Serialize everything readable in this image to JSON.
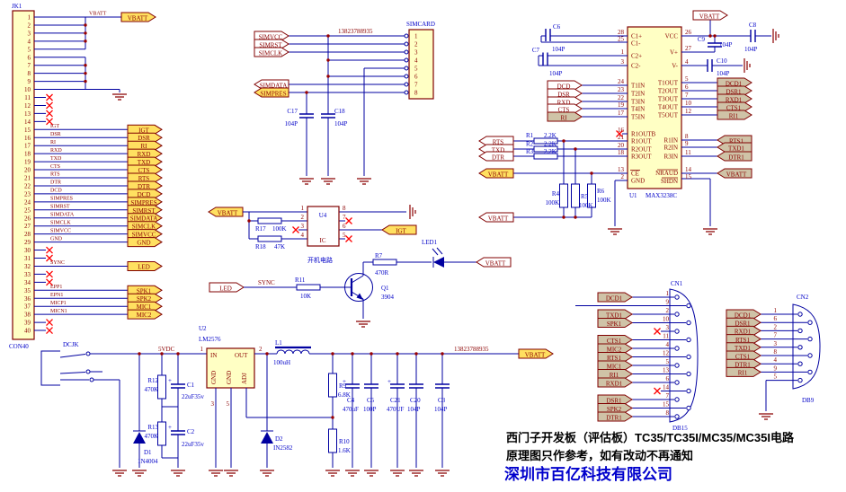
{
  "vbatt": "VBATT",
  "watermark": "13823788935",
  "plus": "+",
  "title_block": {
    "line1": "西门子开发板（评估板）TC35/TC35I/MC35/MC35I电路",
    "line2": "原理图只作参考，如有改动不再通知",
    "company": "深圳市百亿科技有限公司"
  },
  "jk1": {
    "ref": "JK1",
    "footprint": "CON40",
    "pins": [
      "1",
      "2",
      "3",
      "4",
      "5",
      "6",
      "7",
      "8",
      "9",
      "10",
      "11",
      "12",
      "13",
      "14",
      "15",
      "16",
      "17",
      "18",
      "19",
      "20",
      "21",
      "22",
      "23",
      "24",
      "25",
      "26",
      "27",
      "28",
      "29",
      "30",
      "31",
      "32",
      "33",
      "34",
      "35",
      "36",
      "37",
      "38",
      "39",
      "40"
    ],
    "rows": [
      {
        "net": "IGT",
        "flag": "IGT"
      },
      {
        "net": "DSR",
        "flag": "DSR"
      },
      {
        "net": "RI",
        "flag": "RI"
      },
      {
        "net": "RXD",
        "flag": "RXD"
      },
      {
        "net": "TXD",
        "flag": "TXD"
      },
      {
        "net": "CTS",
        "flag": "CTS"
      },
      {
        "net": "RTS",
        "flag": "RTS"
      },
      {
        "net": "DTR",
        "flag": "DTR"
      },
      {
        "net": "DCD",
        "flag": "DCD"
      },
      {
        "net": "SIMPRES",
        "flag": "SIMPRES"
      },
      {
        "net": "SIMRST",
        "flag": "SIMRST"
      },
      {
        "net": "SIMDATA",
        "flag": "SIMDATA"
      },
      {
        "net": "SIMCLK",
        "flag": "SIMCLK"
      },
      {
        "net": "SIMVCC",
        "flag": "SIMVCC"
      },
      {
        "net": "GND",
        "flag": "GND"
      }
    ],
    "sync_row": {
      "net": "SYNC",
      "flag": "LED"
    },
    "audio_rows": [
      {
        "net": "EPP1",
        "flag": "SPK1"
      },
      {
        "net": "EPN1",
        "flag": "SPK2"
      },
      {
        "net": "MICP1",
        "flag": "MIC1"
      },
      {
        "net": "MICN1",
        "flag": "MIC2"
      }
    ]
  },
  "simcard": {
    "ref": "SIMCARD",
    "pins": [
      "1",
      "2",
      "3",
      "4",
      "5",
      "6",
      "7",
      "8"
    ],
    "flags_in": [
      "SIMVCC",
      "SIMRST",
      "SIMCLK"
    ],
    "flag_data": "SIMDATA",
    "flag_pres": "SIMPRES",
    "c17": {
      "ref": "C17",
      "val": "104P"
    },
    "c18": {
      "ref": "C18",
      "val": "104P"
    }
  },
  "u4": {
    "ref": "U4",
    "part": "IC",
    "caption": "开机电路",
    "pins_left": [
      "1",
      "2",
      "3",
      "4"
    ],
    "pins_right": [
      "8",
      "7",
      "6",
      "5"
    ],
    "igt": "IGT",
    "r17": {
      "ref": "R17",
      "val": "100K"
    },
    "r18": {
      "ref": "R18",
      "val": "47K"
    }
  },
  "led_circuit": {
    "flag": "LED",
    "net": "SYNC",
    "r11": {
      "ref": "R11",
      "val": "10K"
    },
    "q1": {
      "ref": "Q1",
      "val": "3904"
    },
    "r7": {
      "ref": "R7",
      "val": "470R"
    },
    "led1": "LED1"
  },
  "u1": {
    "ref": "U1",
    "part": "MAX3238C",
    "left_pins": [
      {
        "n": "28",
        "name": "C1+"
      },
      {
        "n": "25",
        "name": "C1-"
      },
      {
        "n": "1",
        "name": "C2+"
      },
      {
        "n": "3",
        "name": "C2-"
      },
      {
        "n": "24",
        "name": "T1IN"
      },
      {
        "n": "23",
        "name": "T2IN"
      },
      {
        "n": "22",
        "name": "T3IN"
      },
      {
        "n": "19",
        "name": "T4IN"
      },
      {
        "n": "17",
        "name": "T5IN"
      },
      {
        "n": "16",
        "name": "R1OUTB"
      },
      {
        "n": "21",
        "name": "R1OUT"
      },
      {
        "n": "20",
        "name": "R2OUT"
      },
      {
        "n": "18",
        "name": "R3OUT"
      },
      {
        "n": "13",
        "name": "CE"
      },
      {
        "n": "2",
        "name": "GND"
      }
    ],
    "right_pins": [
      {
        "n": "26",
        "name": "VCC"
      },
      {
        "n": "27",
        "name": "V+"
      },
      {
        "n": "4",
        "name": "V-"
      },
      {
        "n": "5",
        "name": "T1OUT"
      },
      {
        "n": "6",
        "name": "T2OUT"
      },
      {
        "n": "7",
        "name": "T3OUT"
      },
      {
        "n": "10",
        "name": "T4OUT"
      },
      {
        "n": "12",
        "name": "T5OUT"
      },
      {
        "n": "8",
        "name": "R1IN"
      },
      {
        "n": "9",
        "name": "R2IN"
      },
      {
        "n": "11",
        "name": "R3IN"
      },
      {
        "n": "14",
        "name": "NRAUD"
      },
      {
        "n": "15",
        "name": "SHDN"
      }
    ],
    "in_flags": [
      "DCD",
      "DSR",
      "RXD",
      "CTS",
      "RI"
    ],
    "series_rows": [
      {
        "flag": "RTS",
        "ref": "R1",
        "val": "2.2K"
      },
      {
        "flag": "TXD",
        "ref": "R2",
        "val": "2.2K"
      },
      {
        "flag": "DTR",
        "ref": "R3",
        "val": "2.2K"
      }
    ],
    "r4": {
      "ref": "R4",
      "val": "100K"
    },
    "r5": {
      "ref": "R5",
      "val": "100K"
    },
    "r6": {
      "ref": "R6",
      "val": "100K"
    },
    "c6": {
      "ref": "C6",
      "val": "104P"
    },
    "c7": {
      "ref": "C7",
      "val": "104P"
    },
    "c8": {
      "ref": "C8",
      "val": "104P"
    },
    "c9": {
      "ref": "C9",
      "val": "104P"
    },
    "c10": {
      "ref": "C10",
      "val": "104P"
    },
    "out_top": [
      "DCD1",
      "DSR1",
      "RXD1",
      "CTS1",
      "RI1"
    ],
    "out_right": [
      "RTS1",
      "TXD1",
      "DTR1"
    ]
  },
  "cn1": {
    "ref": "CN1",
    "type": "DB15",
    "pins_left": [
      "1",
      "2",
      "3",
      "4",
      "5",
      "6",
      "7",
      "8"
    ],
    "pins_right": [
      "9",
      "10",
      "11",
      "12",
      "13",
      "14",
      "15"
    ],
    "flags": [
      "DCD1",
      "TXD1",
      "SPK1",
      "CTS1",
      "MIC2",
      "RTS1",
      "MIC1",
      "RI1",
      "RXD1",
      "DSR1",
      "SPK2",
      "DTR1"
    ]
  },
  "cn2": {
    "ref": "CN2",
    "type": "DB9",
    "pins_left": [
      "1",
      "2",
      "3",
      "4",
      "5"
    ],
    "pins_right": [
      "6",
      "7",
      "8",
      "9"
    ],
    "flags": [
      "DCD1",
      "DSR1",
      "RXD1",
      "RTS1",
      "TXD1",
      "CTS1",
      "DTR1",
      "RI1"
    ]
  },
  "power": {
    "jack": "DCJK",
    "rail": "5VDC",
    "u2_ref": "U2",
    "u2_part": "LM2576",
    "pin_in": "IN",
    "pin_out": "OUT",
    "pin_gnd": "GND",
    "pin_adj": "ADJ",
    "n_in": "1",
    "n_out": "2",
    "n_g1": "3",
    "n_g2": "5",
    "d1": {
      "ref": "D1",
      "val": "1N4004"
    },
    "d2": {
      "ref": "D2",
      "val": "IN2582"
    },
    "r12": {
      "ref": "R12",
      "val": "470K"
    },
    "r13": {
      "ref": "R13",
      "val": "470K"
    },
    "c1": {
      "ref": "C1",
      "val": "22uF35v"
    },
    "c2": {
      "ref": "C2",
      "val": "22uF35v"
    },
    "l1": {
      "ref": "L1",
      "val": "100uH"
    },
    "r9": {
      "ref": "R9",
      "val": "6.8K"
    },
    "r10": {
      "ref": "R10",
      "val": "1.6K"
    },
    "caps": [
      {
        "ref": "C4",
        "val": "470uF"
      },
      {
        "ref": "C5",
        "val": "100P"
      },
      {
        "ref": "C21",
        "val": "470UF"
      },
      {
        "ref": "C20",
        "val": "104P"
      },
      {
        "ref": "C3",
        "val": "104P"
      }
    ]
  }
}
